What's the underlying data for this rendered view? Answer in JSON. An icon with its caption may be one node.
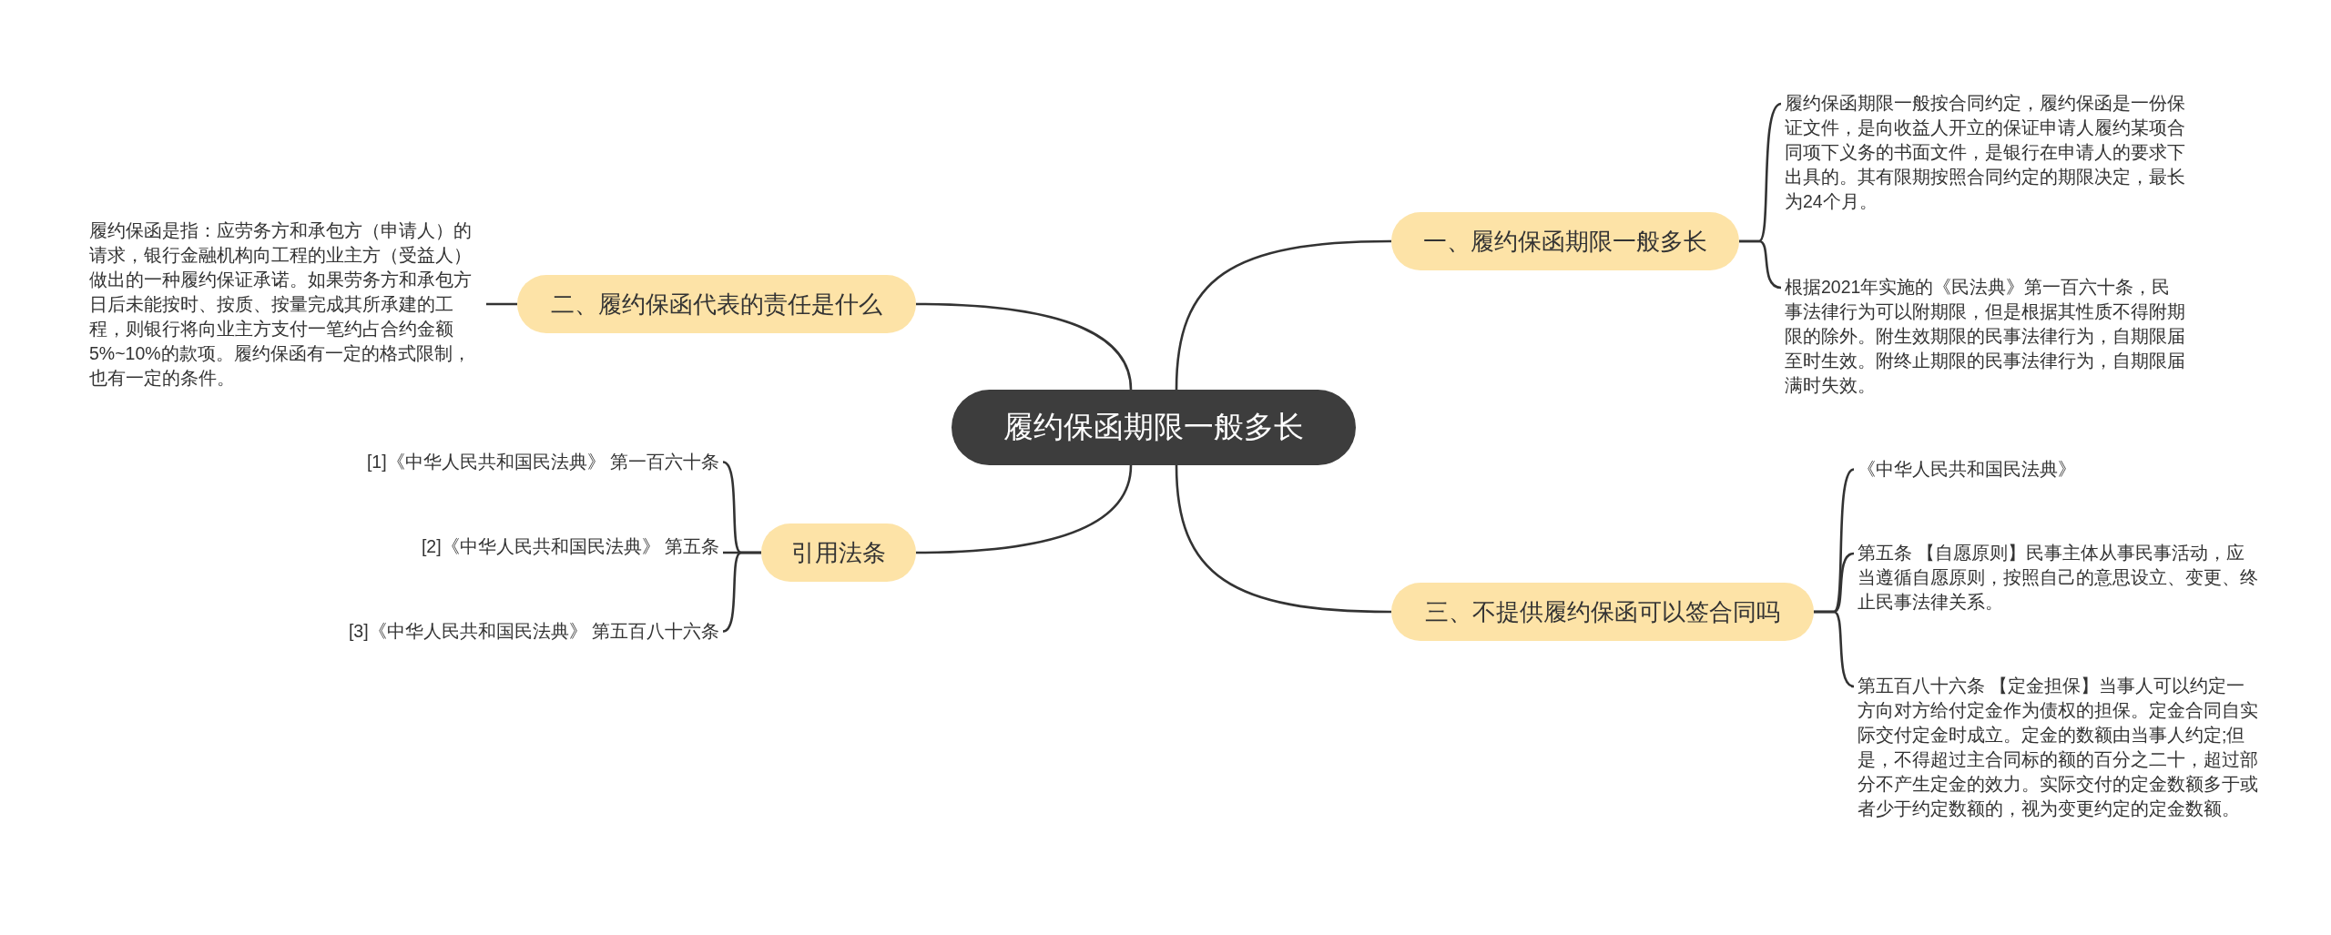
{
  "diagram": {
    "nodes": [
      {
        "text": [
          "履约保函期限一般多长"
        ]
      },
      {
        "text": [
          "一、履约保函期限一般多长"
        ]
      },
      {
        "text": [
          "履约保函期限一般按合同约定，履约保函是一份保证文件，是向收益人开立的保证申请人履约某项合同项下义务的书面文件，是银行在申请人的要求下出具的。其有限期按照合同约定的期限决定，最长为24个月。"
        ]
      },
      {
        "text": [
          "根据2021年实施的《民法典》第一百六十条，民事法律行为可以附期限，但是根据其性质不得附期限的除外。附生效期限的民事法律行为，自期限届至时生效。附终止期限的民事法律行为，自期限届满时失效。"
        ]
      },
      {
        "text": [
          "二、履约保函代表的责任是什么"
        ]
      },
      {
        "text": [
          "履约保函是指：应劳务方和承包方（申请人）的请求，银行金融机构向工程的业主方（受益人）做出的一种履约保证承诺。如果劳务方和承包方日后未能按时、按质、按量完成其所承建的工程，则银行将向业主方支付一笔约占合约金额5%~10%的款项。履约保函有一定的格式限制，也有一定的条件。"
        ]
      },
      {
        "text": [
          "引用法条"
        ]
      },
      {
        "text": [
          "[1]《中华人民共和国民法典》 第一百六十条"
        ]
      },
      {
        "text": [
          "[2]《中华人民共和国民法典》 第五条"
        ]
      },
      {
        "text": [
          "[3]《中华人民共和国民法典》 第五百八十六条"
        ]
      },
      {
        "text": [
          "三、不提供履约保函可以签合同吗"
        ]
      },
      {
        "text": [
          "《中华人民共和国民法典》"
        ]
      },
      {
        "text": [
          "第五条 【自愿原则】民事主体从事民事活动，应当遵循自愿原则，按照自己的意思设立、变更、终止民事法律关系。"
        ]
      },
      {
        "text": [
          "第五百八十六条 【定金担保】当事人可以约定一方向对方给付定金作为债权的担保。定金合同自实际交付定金时成立。定金的数额由当事人约定;但是，不得超过主合同标的额的百分之二十，超过部分不产生定金的效力。实际交付的定金数额多于或者少于约定数额的，视为变更约定的定金数额。"
        ]
      }
    ],
    "edges": [
      {
        "from": 0,
        "to": 1,
        "arrow": "none"
      },
      {
        "from": 1,
        "to": 2,
        "arrow": "none"
      },
      {
        "from": 1,
        "to": 3,
        "arrow": "none"
      },
      {
        "from": 0,
        "to": 4,
        "arrow": "none"
      },
      {
        "from": 4,
        "to": 5,
        "arrow": "none"
      },
      {
        "from": 0,
        "to": 6,
        "arrow": "none"
      },
      {
        "from": 6,
        "to": 7,
        "arrow": "none"
      },
      {
        "from": 6,
        "to": 8,
        "arrow": "none"
      },
      {
        "from": 6,
        "to": 9,
        "arrow": "none"
      },
      {
        "from": 0,
        "to": 10,
        "arrow": "none"
      },
      {
        "from": 10,
        "to": 11,
        "arrow": "none"
      },
      {
        "from": 10,
        "to": 12,
        "arrow": "none"
      },
      {
        "from": 10,
        "to": 13,
        "arrow": "none"
      }
    ]
  }
}
